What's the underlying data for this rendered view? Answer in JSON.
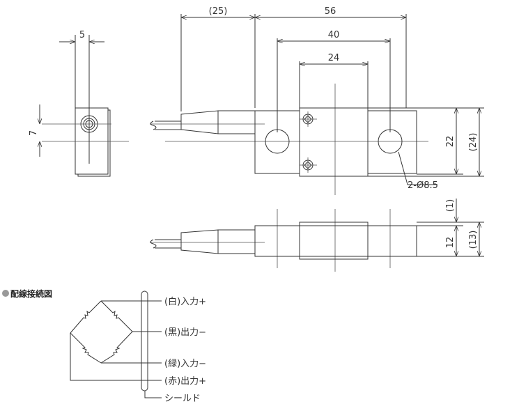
{
  "dimensions": {
    "cable_length": "(25)",
    "overall_length": "56",
    "hole_pitch": "40",
    "center_block": "24",
    "end_width": "5",
    "end_offset": "7",
    "height": "22",
    "height_total": "(24)",
    "step": "(1)",
    "thickness": "12",
    "thickness_total": "(13)",
    "holes": "2-Ø8.5"
  },
  "wiring": {
    "title": "配線接続図",
    "wires": [
      "(白)入力+",
      "(黒)出力−",
      "(緑)入力−",
      "(赤)出力+"
    ],
    "shield": "シールド"
  },
  "colors": {
    "line": "#333333",
    "bullet": "#999999"
  }
}
